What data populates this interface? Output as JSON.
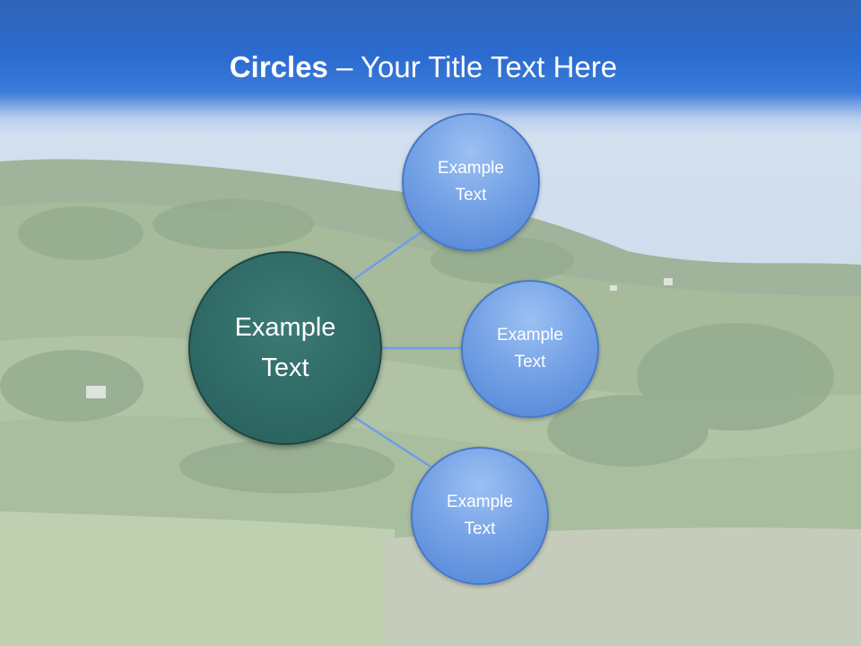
{
  "title": {
    "bold": "Circles",
    "rest": " – Your Title Text Here"
  },
  "diagram": {
    "center": {
      "label": "Example\nText"
    },
    "nodes": [
      {
        "label": "Example\nText"
      },
      {
        "label": "Example\nText"
      },
      {
        "label": "Example\nText"
      }
    ]
  },
  "colors": {
    "header_blue": "#2b6bd0",
    "center_circle": "#2f6a66",
    "node_circle": "#6b99e0",
    "connector": "#6f9ee6"
  }
}
